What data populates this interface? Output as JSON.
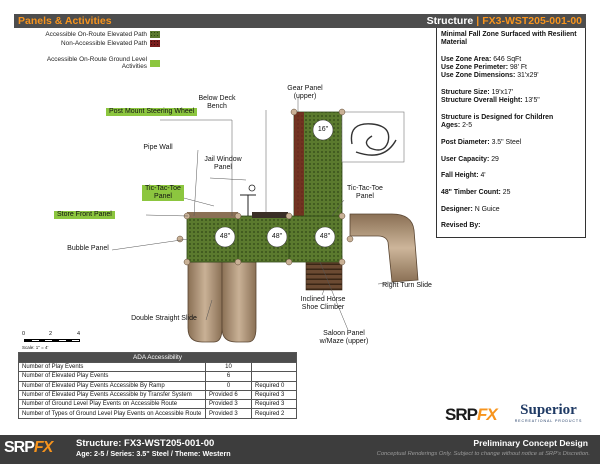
{
  "header": {
    "left_title": "Panels & Activities",
    "right_label": "Structure",
    "separator": "|",
    "structure_code": "FX3-WST205-001-00"
  },
  "legend": {
    "on_route_elevated": "Accessible On-Route Elevated Path",
    "non_accessible_elevated": "Non-Accessible Elevated Path",
    "on_route_ground": "Accessible On-Route Ground Level Activities"
  },
  "spec": {
    "line1": "Minimal Fall Zone Surfaced with Resilient Material",
    "zone_area_label": "Use Zone Area:",
    "zone_area": "646 SqFt",
    "zone_perimeter_label": "Use Zone Perimeter:",
    "zone_perimeter": "98' Ft",
    "zone_dimensions_label": "Use Zone Dimensions:",
    "zone_dimensions": "31'x29'",
    "structure_size_label": "Structure Size:",
    "structure_size": "19'x17'",
    "overall_height_label": "Structure Overall Height:",
    "overall_height": "13'5\"",
    "designed_for": "Structure is Designed for Children",
    "ages_label": "Ages:",
    "ages": "2-5",
    "post_diameter_label": "Post Diameter:",
    "post_diameter": "3.5\" Steel",
    "user_capacity_label": "User Capacity:",
    "user_capacity": "29",
    "fall_height_label": "Fall Height:",
    "fall_height": "4'",
    "timber_count_label": "48\" Timber Count:",
    "timber_count": "25",
    "designer_label": "Designer:",
    "designer": "N Guice",
    "revised_label": "Revised By:",
    "revised": ""
  },
  "labels": {
    "post_mount_steering_wheel": "Post Mount Steering Wheel",
    "below_deck_bench": "Below Deck Bench",
    "gear_panel": "Gear Panel (upper)",
    "pipe_wall": "Pipe Wall",
    "jail_window_panel": "Jail Window Panel",
    "tic_tac_toe_left": "Tic-Tac-Toe Panel",
    "tic_tac_toe_right": "Tic-Tac-Toe Panel",
    "store_front_panel": "Store Front Panel",
    "bubble_panel": "Bubble Panel",
    "right_turn_slide": "Right Turn Slide",
    "inclined_horse_shoe_climber": "Inclined Horse Shoe Climber",
    "double_straight_slide": "Double Straight Slide",
    "saloon_panel": "Saloon Panel w/Maze (upper)",
    "deck_1": "48\"",
    "deck_2": "48\"",
    "deck_3": "48\"",
    "deck_top": "16\""
  },
  "scale": {
    "n0": "0",
    "n2": "2",
    "n4": "4",
    "caption": "Scale: 1\" = 4'"
  },
  "ada": {
    "title": "ADA Accessibility",
    "rows": [
      {
        "label": "Number of Play Events",
        "value": "10",
        "req": ""
      },
      {
        "label": "Number of Elevated Play Events",
        "value": "6",
        "req": ""
      },
      {
        "label": "Number of Elevated Play Events Accessible By Ramp",
        "value": "0",
        "req": "Required 0"
      },
      {
        "label": "Number of Elevated Play Events Accessible by Transfer System",
        "value": "Provided 6",
        "req": "Required 3"
      },
      {
        "label": "Number of Ground Level Play Events on Accessible Route",
        "value": "Provided 3",
        "req": "Required 3"
      },
      {
        "label": "Number of Types of Ground Level Play Events on Accessible Route",
        "value": "Provided 3",
        "req": "Required 2"
      }
    ]
  },
  "logos": {
    "srp": "SRP",
    "fx": "FX",
    "superior": "Superior",
    "superior_sub": "RECREATIONAL PRODUCTS"
  },
  "footer": {
    "srp": "SRP",
    "fx": "FX",
    "title": "Structure: FX3-WST205-001-00",
    "subtitle": "Age: 2-5 / Series: 3.5\" Steel / Theme: Western",
    "prelim": "Preliminary Concept Design",
    "disclaimer": "Conceptual Renderings Only. Subject to change without notice at SRP's Discretion."
  },
  "colors": {
    "header_bg": "#4d4d4d",
    "accent_orange": "#f7941d",
    "ground_level_green": "#8cc63f",
    "deck_green": "#5b7a2e",
    "slide_tan": "#b59a7a"
  }
}
